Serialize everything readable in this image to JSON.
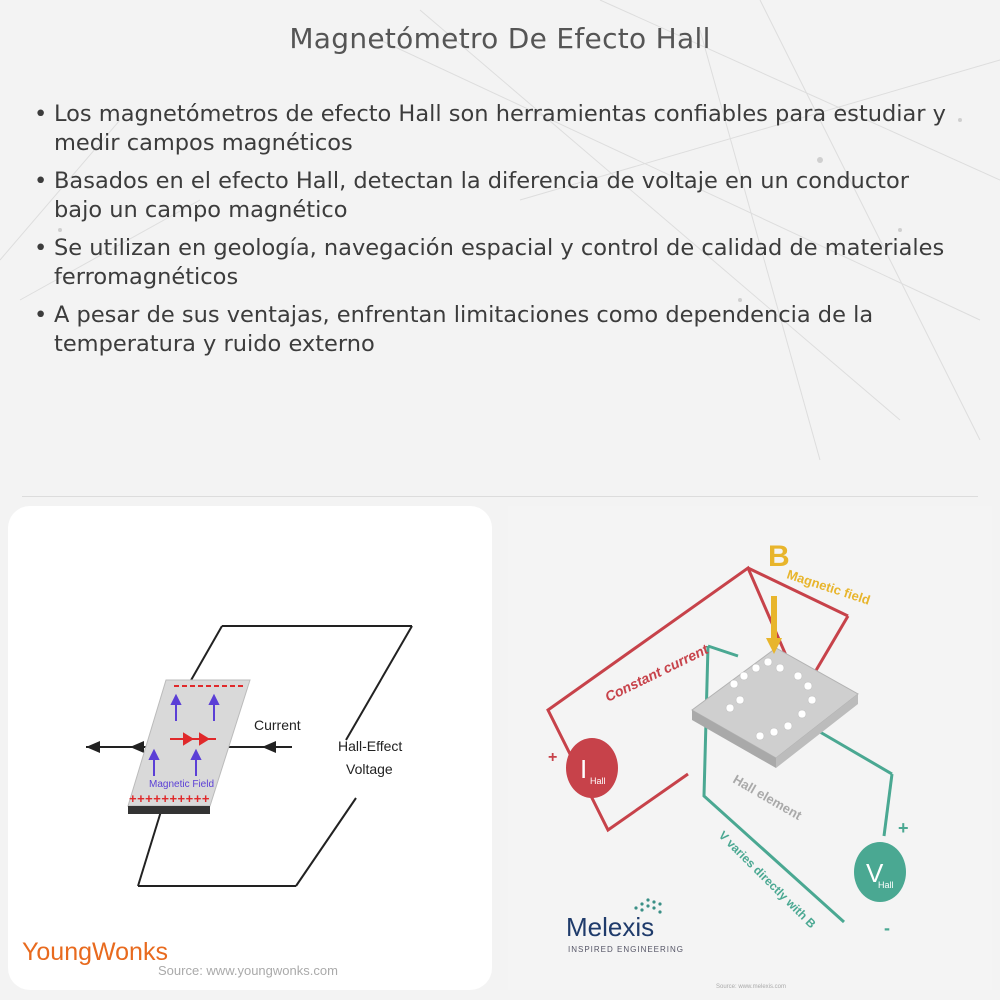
{
  "title": "Magnetómetro De Efecto Hall",
  "bullets": [
    "Los magnetómetros de efecto Hall son herramientas confiables para estudiar y medir campos magnéticos",
    "Basados en el efecto Hall, detectan la diferencia de voltaje en un conductor bajo un campo magnético",
    "Se utilizan en geología, navegación espacial y control de calidad de materiales ferromagnéticos",
    "A pesar de sus ventajas, enfrentan limitaciones como dependencia de la temperatura y ruido externo"
  ],
  "left_figure": {
    "current_label": "Current",
    "voltage_label_1": "Hall-Effect",
    "voltage_label_2": "Voltage",
    "field_label": "Magnetic Field",
    "plus_signs": "++++++++++",
    "brand": "YoungWonks",
    "source": "Source: www.youngwonks.com",
    "brand_color": "#e86a1e"
  },
  "right_figure": {
    "b_label": "B",
    "field_label": "Magnetic field",
    "current_label": "Constant current",
    "element_label": "Hall element",
    "i_label": "I",
    "i_sub": "Hall",
    "v_label": "V",
    "v_sub": "Hall",
    "varies_label": "V varies directly with B",
    "brand": "Melexis",
    "brand_tagline": "INSPIRED ENGINEERING",
    "source": "Source: www.melexis.com",
    "red_color": "#c7424a",
    "teal_color": "#4aa892",
    "yellow_color": "#e8b52c"
  }
}
